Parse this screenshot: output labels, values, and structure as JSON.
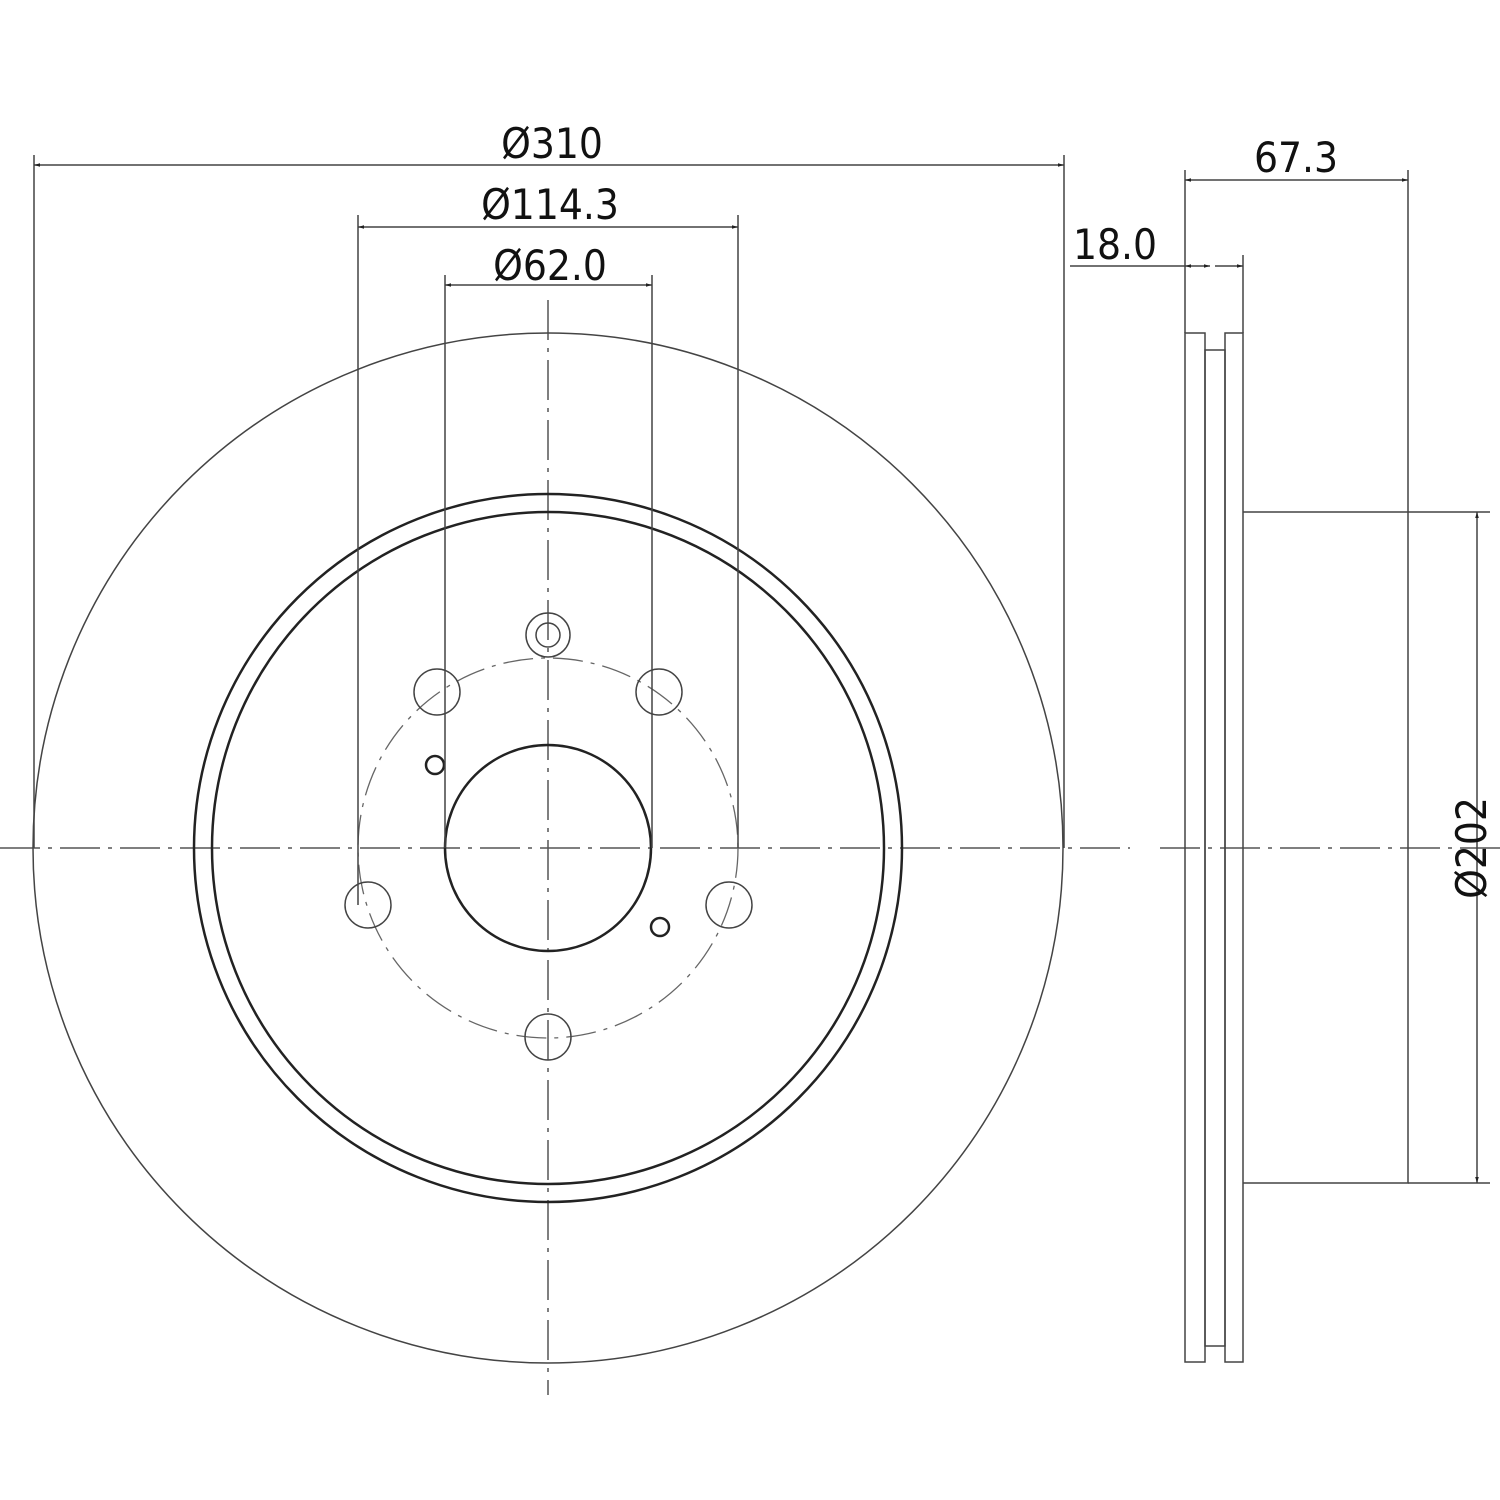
{
  "drawing": {
    "title": "Brake disc dimension drawing",
    "dimensions": {
      "outer_diameter": "Ø310",
      "bolt_circle": "Ø114.3",
      "center_bore": "Ø62.0",
      "thickness": "18.0",
      "total_height": "67.3",
      "hat_diameter": "Ø202"
    },
    "colors": {
      "line": "#222222",
      "background": "#ffffff"
    }
  }
}
